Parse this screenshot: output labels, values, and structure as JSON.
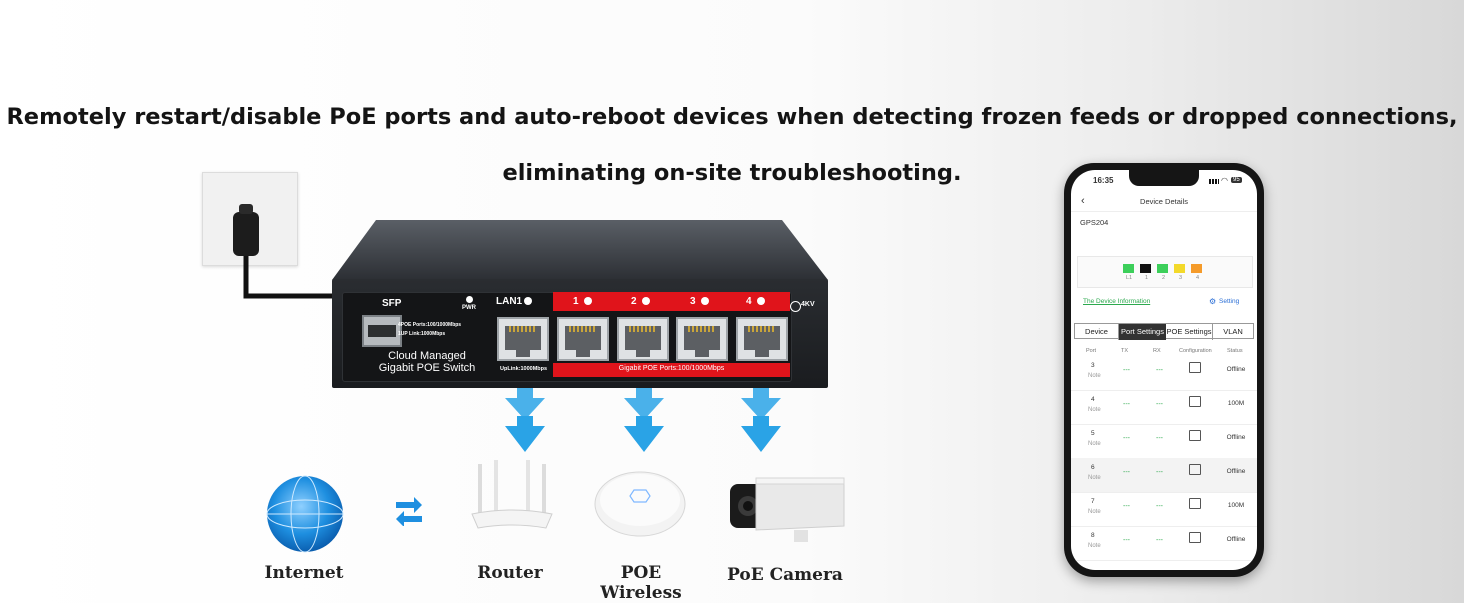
{
  "headline": {
    "line1": "Remotely restart/disable PoE ports and auto-reboot devices when detecting frozen feeds or dropped connections,",
    "line2": "eliminating on-site troubleshooting."
  },
  "switch": {
    "sfp_label": "SFP",
    "pwr_label": "PWR",
    "lan1_label": "LAN1",
    "port_labels": [
      "1",
      "2",
      "3",
      "4"
    ],
    "surge_label": "4KV",
    "spec_line1": "4POE Ports:100/1000Mbps",
    "spec_line2": "1UP Link:1000Mbps",
    "name_line1": "Cloud Managed",
    "name_line2": "Gigabit POE Switch",
    "uplink_label": "UpLink:1000Mbps",
    "poe_ports_label": "Gigabit POE Ports:100/1000Mbps"
  },
  "devices": {
    "internet": "Internet",
    "router": "Router",
    "wireless": "POE Wireless",
    "camera": "PoE Camera"
  },
  "colors": {
    "switch_red": "#e0141b",
    "arrow_blue": "#2aa3e6",
    "globe_blue": "#1e8fe0",
    "app_green": "#2ca94e",
    "app_blue": "#2b6fd6"
  },
  "phone": {
    "time": "16:35",
    "battery": "95",
    "title": "Device Details",
    "device_name": "GPS204",
    "port_strip_labels": [
      "L1",
      "1",
      "2",
      "3",
      "4"
    ],
    "info_link": "The Device Information",
    "setting_label": "Setting",
    "tabs": [
      "Device",
      "Port Settings",
      "POE Settings",
      "VLAN"
    ],
    "active_tab": "Port Settings",
    "columns": [
      "Port",
      "TX",
      "RX",
      "Configuration",
      "Status"
    ],
    "rows": [
      {
        "port": "3",
        "note": "Note",
        "tx": "---",
        "rx": "---",
        "status": "Offline"
      },
      {
        "port": "4",
        "note": "Note",
        "tx": "---",
        "rx": "---",
        "status": "100M"
      },
      {
        "port": "5",
        "note": "Note",
        "tx": "---",
        "rx": "---",
        "status": "Offline"
      },
      {
        "port": "6",
        "note": "Note",
        "tx": "---",
        "rx": "---",
        "status": "Offline"
      },
      {
        "port": "7",
        "note": "Note",
        "tx": "---",
        "rx": "---",
        "status": "100M"
      },
      {
        "port": "8",
        "note": "Note",
        "tx": "---",
        "rx": "---",
        "status": "Offline"
      }
    ]
  }
}
